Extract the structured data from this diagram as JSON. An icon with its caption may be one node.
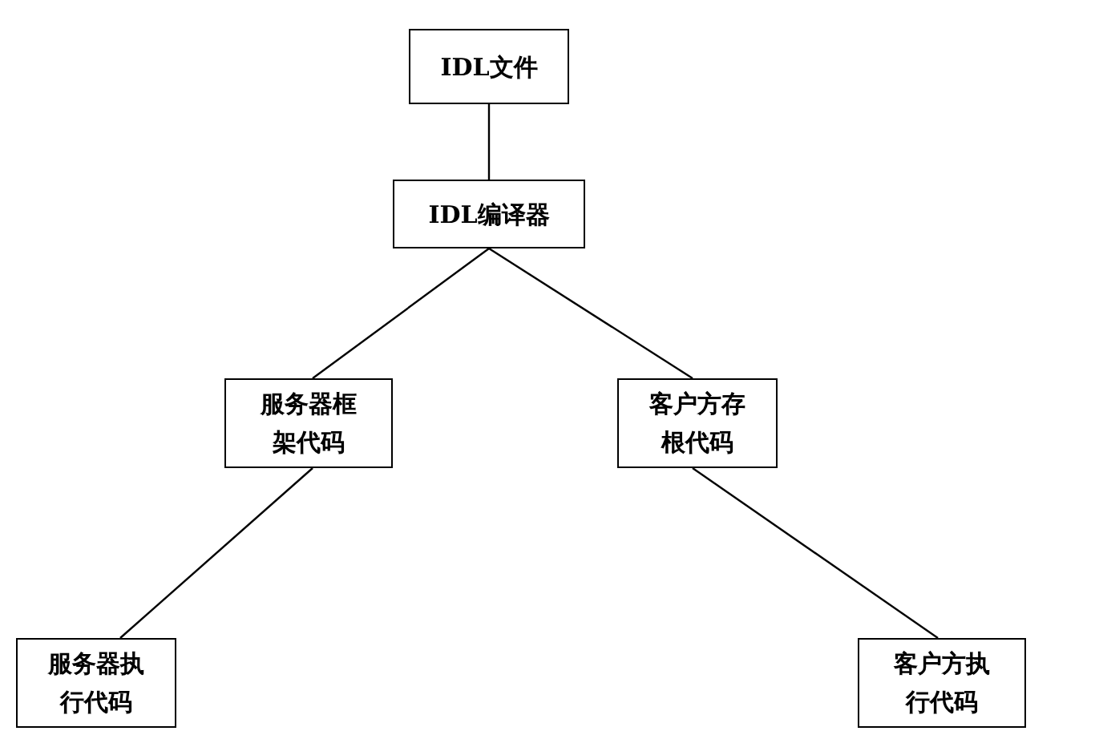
{
  "diagram": {
    "nodes": [
      {
        "text": [
          "IDL文件"
        ]
      },
      {
        "text": [
          "IDL编译器"
        ]
      },
      {
        "text": [
          "服务器框架代码"
        ]
      },
      {
        "text": [
          "客户方存根代码"
        ]
      },
      {
        "text": [
          "服务器执行代码"
        ]
      },
      {
        "text": [
          "客户方执行代码"
        ]
      }
    ],
    "edges": [
      {
        "from": 0,
        "to": 1,
        "arrow": "none"
      },
      {
        "from": 1,
        "to": 2,
        "arrow": "none"
      },
      {
        "from": 1,
        "to": 3,
        "arrow": "none"
      },
      {
        "from": 2,
        "to": 4,
        "arrow": "none"
      },
      {
        "from": 3,
        "to": 5,
        "arrow": "none"
      }
    ]
  }
}
